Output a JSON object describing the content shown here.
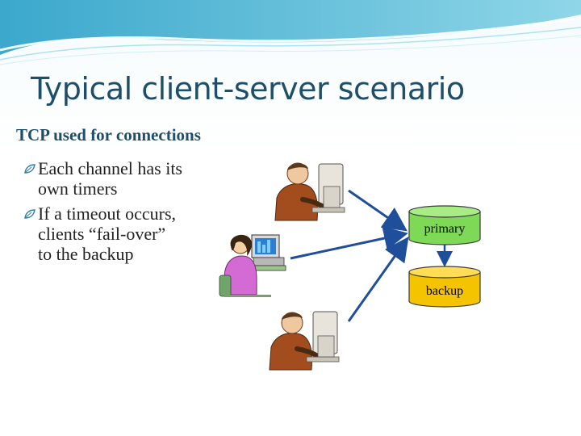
{
  "slide": {
    "title": "Typical client-server scenario",
    "subtitle": "TCP used for connections",
    "bullets": [
      {
        "lines": [
          "Each channel has its",
          "own timers"
        ]
      },
      {
        "lines": [
          "If a timeout occurs,",
          "clients “fail-over”",
          "to the backup"
        ]
      }
    ]
  },
  "diagram": {
    "servers": [
      {
        "label": "primary",
        "fill": "#7ed957"
      },
      {
        "label": "backup",
        "fill": "#f5c400"
      }
    ],
    "clients": [
      {
        "icon": "man-at-computer-icon"
      },
      {
        "icon": "woman-at-computer-icon"
      },
      {
        "icon": "man-at-computer-icon"
      }
    ],
    "arrow_color": "#1f4e9a",
    "accent_color": "#1f4e68"
  }
}
